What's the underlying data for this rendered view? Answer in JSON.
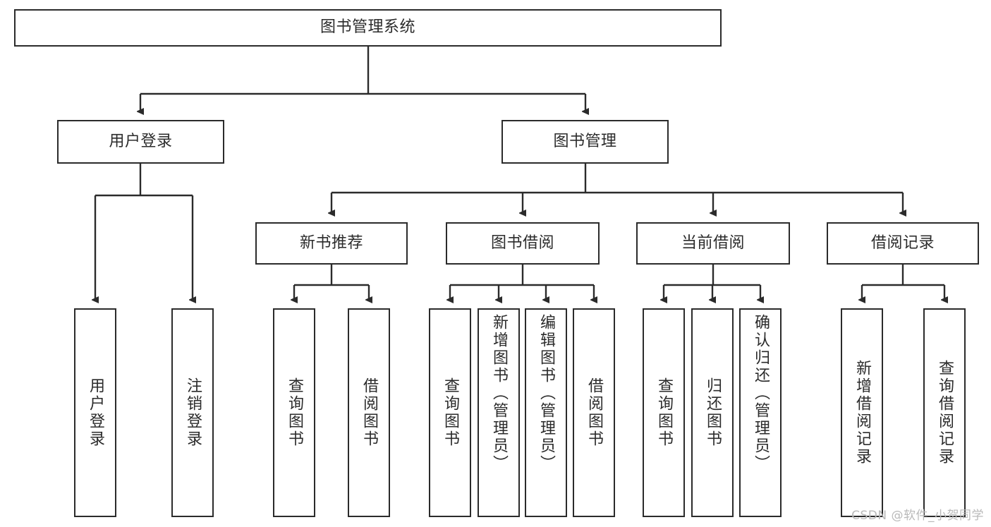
{
  "diagram": {
    "title": "图书管理系统",
    "type": "tree",
    "levels": 4,
    "watermark": "CSDN @软件_小贺同学",
    "colors": {
      "box_border": "#2b2b2b",
      "box_fill": "#ffffff",
      "edge": "#2b2b2b",
      "text": "#2b2b2b",
      "watermark": "#b9b9b9",
      "background": "#ffffff"
    },
    "root": {
      "label": "图书管理系统"
    },
    "level2": [
      {
        "label": "用户登录"
      },
      {
        "label": "图书管理"
      }
    ],
    "level3": [
      {
        "label": "新书推荐"
      },
      {
        "label": "图书借阅"
      },
      {
        "label": "当前借阅"
      },
      {
        "label": "借阅记录"
      }
    ],
    "leaves_user_login": [
      {
        "label": "用户登录"
      },
      {
        "label": "注销登录"
      }
    ],
    "leaves_new_book": [
      {
        "label": "查询图书"
      },
      {
        "label": "借阅图书"
      }
    ],
    "leaves_borrow": [
      {
        "label": "查询图书"
      },
      {
        "label": "新增图书（管理员）"
      },
      {
        "label": "编辑图书（管理员）"
      },
      {
        "label": "借阅图书"
      }
    ],
    "leaves_current": [
      {
        "label": "查询图书"
      },
      {
        "label": "归还图书"
      },
      {
        "label": "确认归还（管理员）"
      }
    ],
    "leaves_records": [
      {
        "label": "新增借阅记录"
      },
      {
        "label": "查询借阅记录"
      }
    ]
  }
}
